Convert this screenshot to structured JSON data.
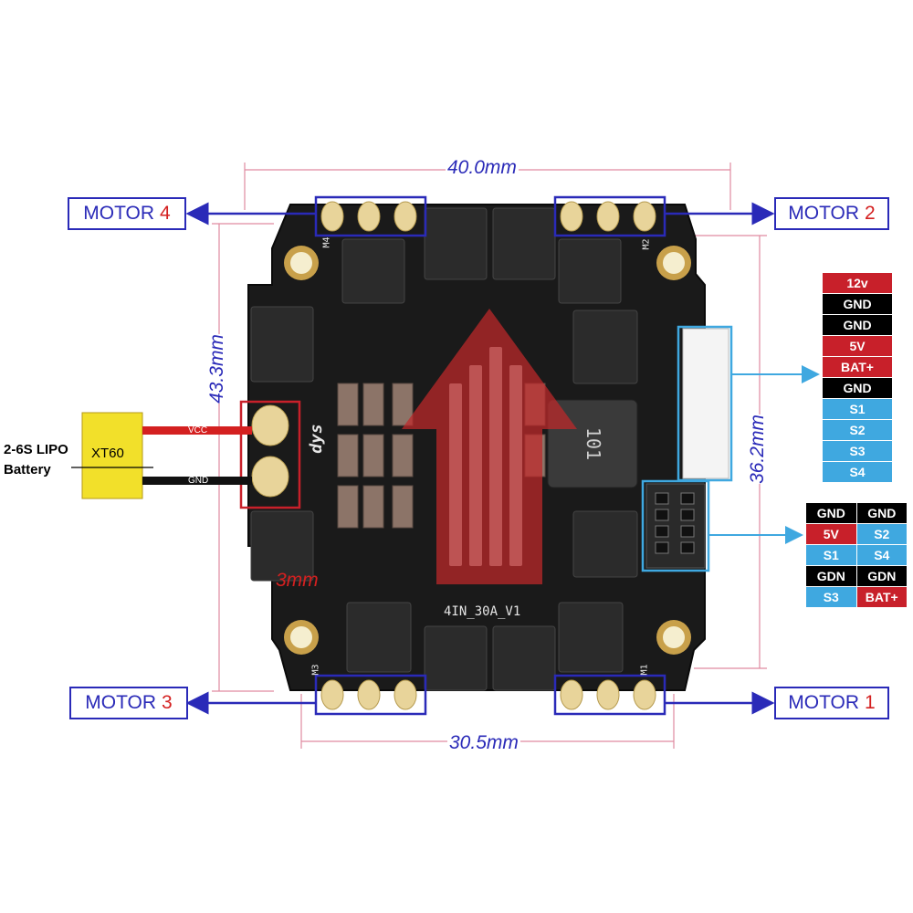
{
  "motors": {
    "m4": {
      "label": "MOTOR",
      "num": "4"
    },
    "m2": {
      "label": "MOTOR",
      "num": "2"
    },
    "m3": {
      "label": "MOTOR",
      "num": "3"
    },
    "m1": {
      "label": "MOTOR",
      "num": "1"
    }
  },
  "dimensions": {
    "width": "40.0mm",
    "height": "43.3mm",
    "hole_vertical": "36.2mm",
    "hole_horizontal": "30.5mm",
    "edge": "3mm"
  },
  "battery": {
    "line1": "2-6S LIPO",
    "line2": "Battery",
    "connector": "XT60",
    "vcc": "VCC",
    "gnd": "GND"
  },
  "board_text": {
    "model": "4IN_30A_V1",
    "brand": "dys",
    "pad_m1": "M1",
    "pad_m2": "M2",
    "pad_m3": "M3",
    "pad_m4": "M4",
    "inductor": "101"
  },
  "pins_right": [
    {
      "label": "12v",
      "color": "#c8202a"
    },
    {
      "label": "GND",
      "color": "#000000"
    },
    {
      "label": "GND",
      "color": "#000000"
    },
    {
      "label": "5V",
      "color": "#c8202a"
    },
    {
      "label": "BAT+",
      "color": "#c8202a"
    },
    {
      "label": "GND",
      "color": "#000000"
    },
    {
      "label": "S1",
      "color": "#3fa8e0"
    },
    {
      "label": "S2",
      "color": "#3fa8e0"
    },
    {
      "label": "S3",
      "color": "#3fa8e0"
    },
    {
      "label": "S4",
      "color": "#3fa8e0"
    }
  ],
  "pins_grid": [
    [
      {
        "label": "GND",
        "color": "#000000"
      },
      {
        "label": "GND",
        "color": "#000000"
      }
    ],
    [
      {
        "label": "5V",
        "color": "#c8202a"
      },
      {
        "label": "S2",
        "color": "#3fa8e0"
      }
    ],
    [
      {
        "label": "S1",
        "color": "#3fa8e0"
      },
      {
        "label": "S4",
        "color": "#3fa8e0"
      }
    ],
    [
      {
        "label": "GDN",
        "color": "#000000"
      },
      {
        "label": "GDN",
        "color": "#000000"
      }
    ],
    [
      {
        "label": "S3",
        "color": "#3fa8e0"
      },
      {
        "label": "BAT+",
        "color": "#c8202a"
      }
    ]
  ],
  "colors": {
    "accent_blue": "#2a2ab8",
    "accent_red": "#d42020",
    "cyan": "#3fa8e0",
    "pcb": "#1a1a1a"
  }
}
